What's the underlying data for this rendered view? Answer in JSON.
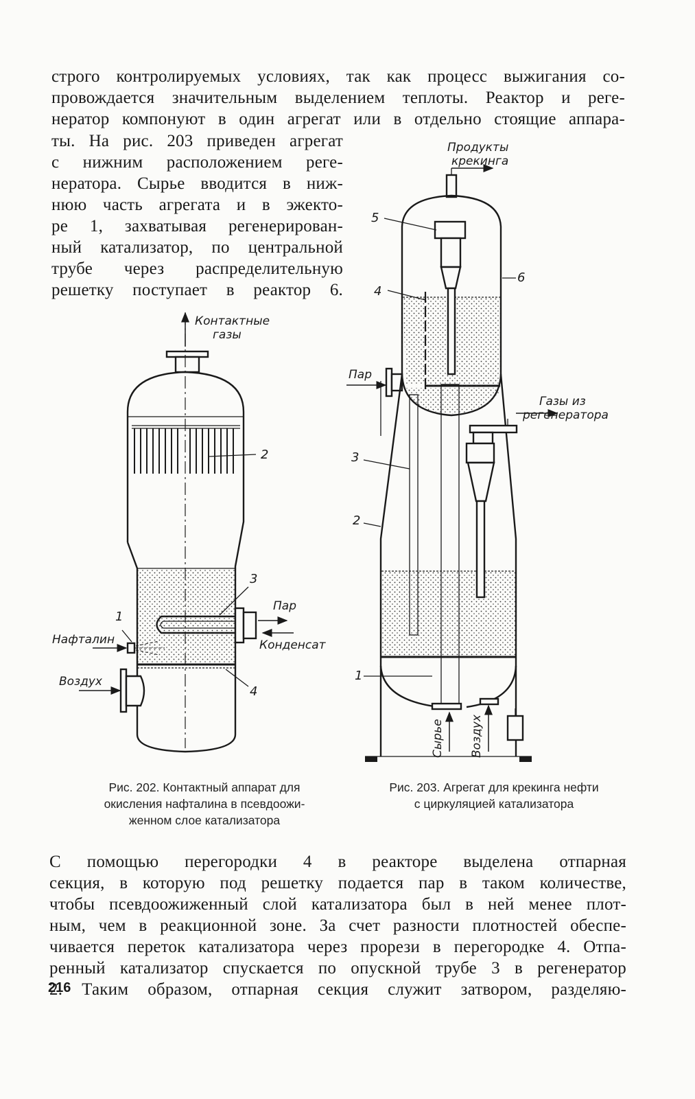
{
  "page": {
    "para1_lines": [
      "строго контролируемых условиях, так как процесс выжигания со-",
      "провождается значительным выделением теплоты. Реактор и реге-",
      "нератор компонуют в один агрегат или в отдельно стоящие аппара-"
    ],
    "para2_lines": [
      "ты. На рис. 203 приведен агрегат",
      "с нижним расположением реге-",
      "нератора. Сырье вводится в ниж-",
      "нюю часть агрегата и в эжекто-",
      "ре 1, захватывая регенерирован-",
      "ный катализатор, по центральной",
      "трубе через распределительную",
      "решетку поступает в реактор 6."
    ],
    "para3_lines": [
      "С помощью перегородки 4 в реакторе выделена отпарная",
      "секция, в которую под решетку подается пар в таком количестве,",
      "чтобы псевдоожиженный слой катализатора был в ней менее плот-",
      "ным, чем в реакционной зоне. За счет разности плотностей обеспе-",
      "чивается переток катализатора через прорези в перегородке 4. Отпа-",
      "ренный катализатор спускается по опускной трубе 3 в регенератор",
      "2. Таким образом, отпарная секция служит затвором, разделяю-"
    ],
    "page_number": "216"
  },
  "figure202": {
    "label_top_1": "Контактные",
    "label_top_2": "газы",
    "label_steam": "Пар",
    "label_naphthalene": "Нафталин",
    "label_condensate": "Конденсат",
    "label_air": "Воздух",
    "num_1": "1",
    "num_2": "2",
    "num_3": "3",
    "num_4": "4",
    "caption_lines": [
      "Рис. 202. Контактный аппарат для",
      "окисления нафталина в псевдоожи-",
      "женном слое катализатора"
    ]
  },
  "figure203": {
    "label_products_1": "Продукты",
    "label_products_2": "крекинга",
    "label_steam": "Пар",
    "label_gases_1": "Газы из",
    "label_gases_2": "регенератора",
    "label_feed": "Сырье",
    "label_air": "Воздух",
    "num_1": "1",
    "num_2": "2",
    "num_3": "3",
    "num_4": "4",
    "num_5": "5",
    "num_6": "6",
    "caption_lines": [
      "Рис. 203. Агрегат для крекинга нефти",
      "с циркуляцией катализатора"
    ]
  }
}
